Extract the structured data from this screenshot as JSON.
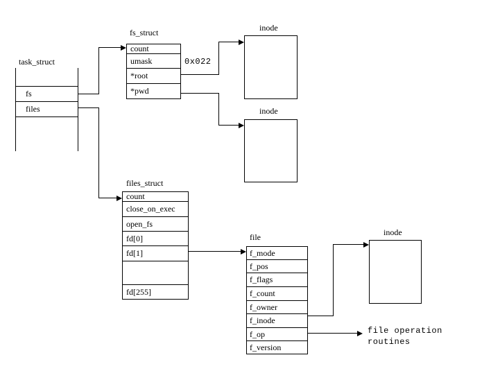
{
  "structs": {
    "task_struct": {
      "label": "task_struct",
      "rows": [
        "fs",
        "files"
      ]
    },
    "fs_struct": {
      "label": "fs_struct",
      "rows": [
        "count",
        "umask",
        "*root",
        "*pwd"
      ]
    },
    "files_struct": {
      "label": "files_struct",
      "rows": [
        "count",
        "close_on_exec",
        "open_fs",
        "fd[0]",
        "fd[1]",
        "",
        "fd[255]"
      ]
    },
    "file": {
      "label": "file",
      "rows": [
        "f_mode",
        "f_pos",
        "f_flags",
        "f_count",
        "f_owner",
        "f_inode",
        "f_op",
        "f_version"
      ]
    },
    "inode_root": {
      "label": "inode"
    },
    "inode_pwd": {
      "label": "inode"
    },
    "inode_file": {
      "label": "inode"
    }
  },
  "annotations": {
    "umask_value": "0x022",
    "file_ops_line1": "file operation",
    "file_ops_line2": "routines"
  },
  "colors": {
    "line": "#000000",
    "background": "#ffffff",
    "text": "#000000"
  }
}
